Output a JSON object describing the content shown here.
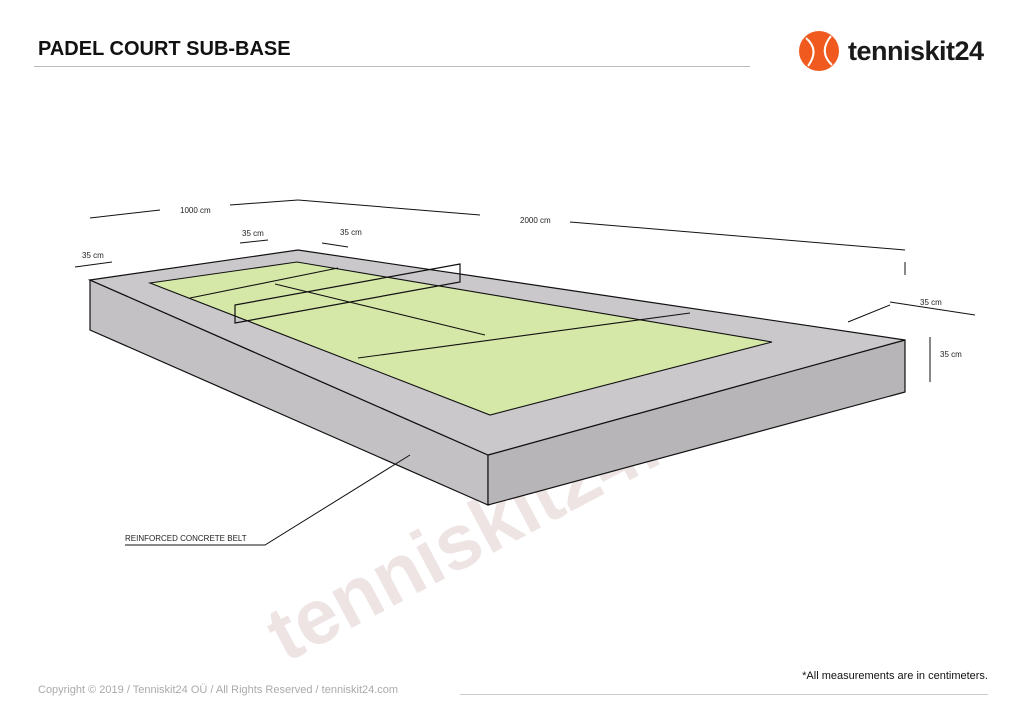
{
  "header": {
    "title": "PADEL COURT SUB-BASE",
    "logo_text": "tenniskit24"
  },
  "dimensions": {
    "half_length": "1000 cm",
    "length": "2000 cm",
    "belt_width_left": "35 cm",
    "belt_width_back_a": "35 cm",
    "belt_width_back_b": "35 cm",
    "belt_width_right": "35 cm",
    "belt_depth": "35 cm"
  },
  "callout": {
    "label": "REINFORCED CONCRETE BELT"
  },
  "watermark": "tenniskit24.com",
  "footer": {
    "copyright": "Copyright © 2019 / Tenniskit24 OÜ / All Rights Reserved / tenniskit24.com",
    "note": "*All measurements are in centimeters."
  },
  "colors": {
    "court": "#d6e8a8",
    "concrete": "#c9c6c9",
    "brand": "#f05a1e"
  }
}
